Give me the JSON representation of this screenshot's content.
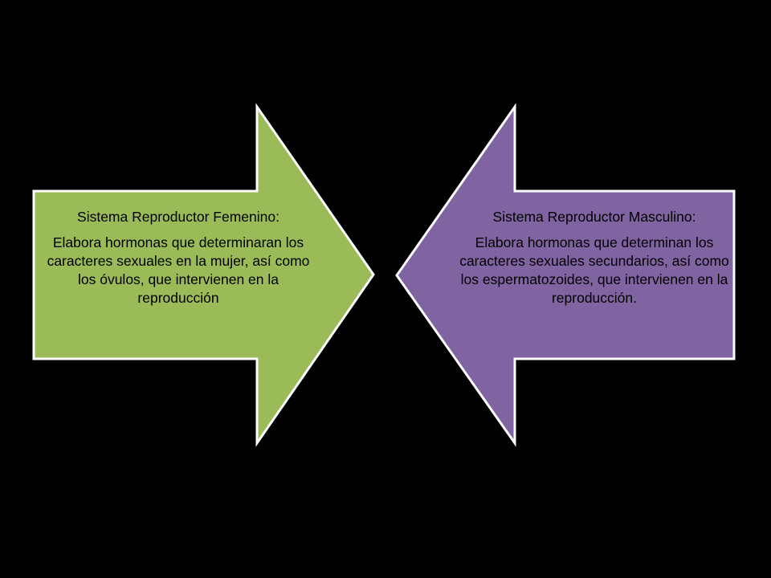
{
  "diagram": {
    "left_arrow": {
      "heading": "Sistema Reproductor Femenino:",
      "body": "Elabora hormonas que determinaran los caracteres sexuales en la mujer, así como los óvulos, que intervienen en la reproducción",
      "fill_color": "#9bbb59",
      "direction": "right"
    },
    "right_arrow": {
      "heading": "Sistema Reproductor Masculino:",
      "body": "Elabora hormonas que determinan los caracteres sexuales secundarios, así como los espermatozoides, que intervienen en la reproducción.",
      "fill_color": "#8064a2",
      "direction": "left"
    },
    "background_color": "#000000",
    "outline_color": "#ffffff"
  }
}
